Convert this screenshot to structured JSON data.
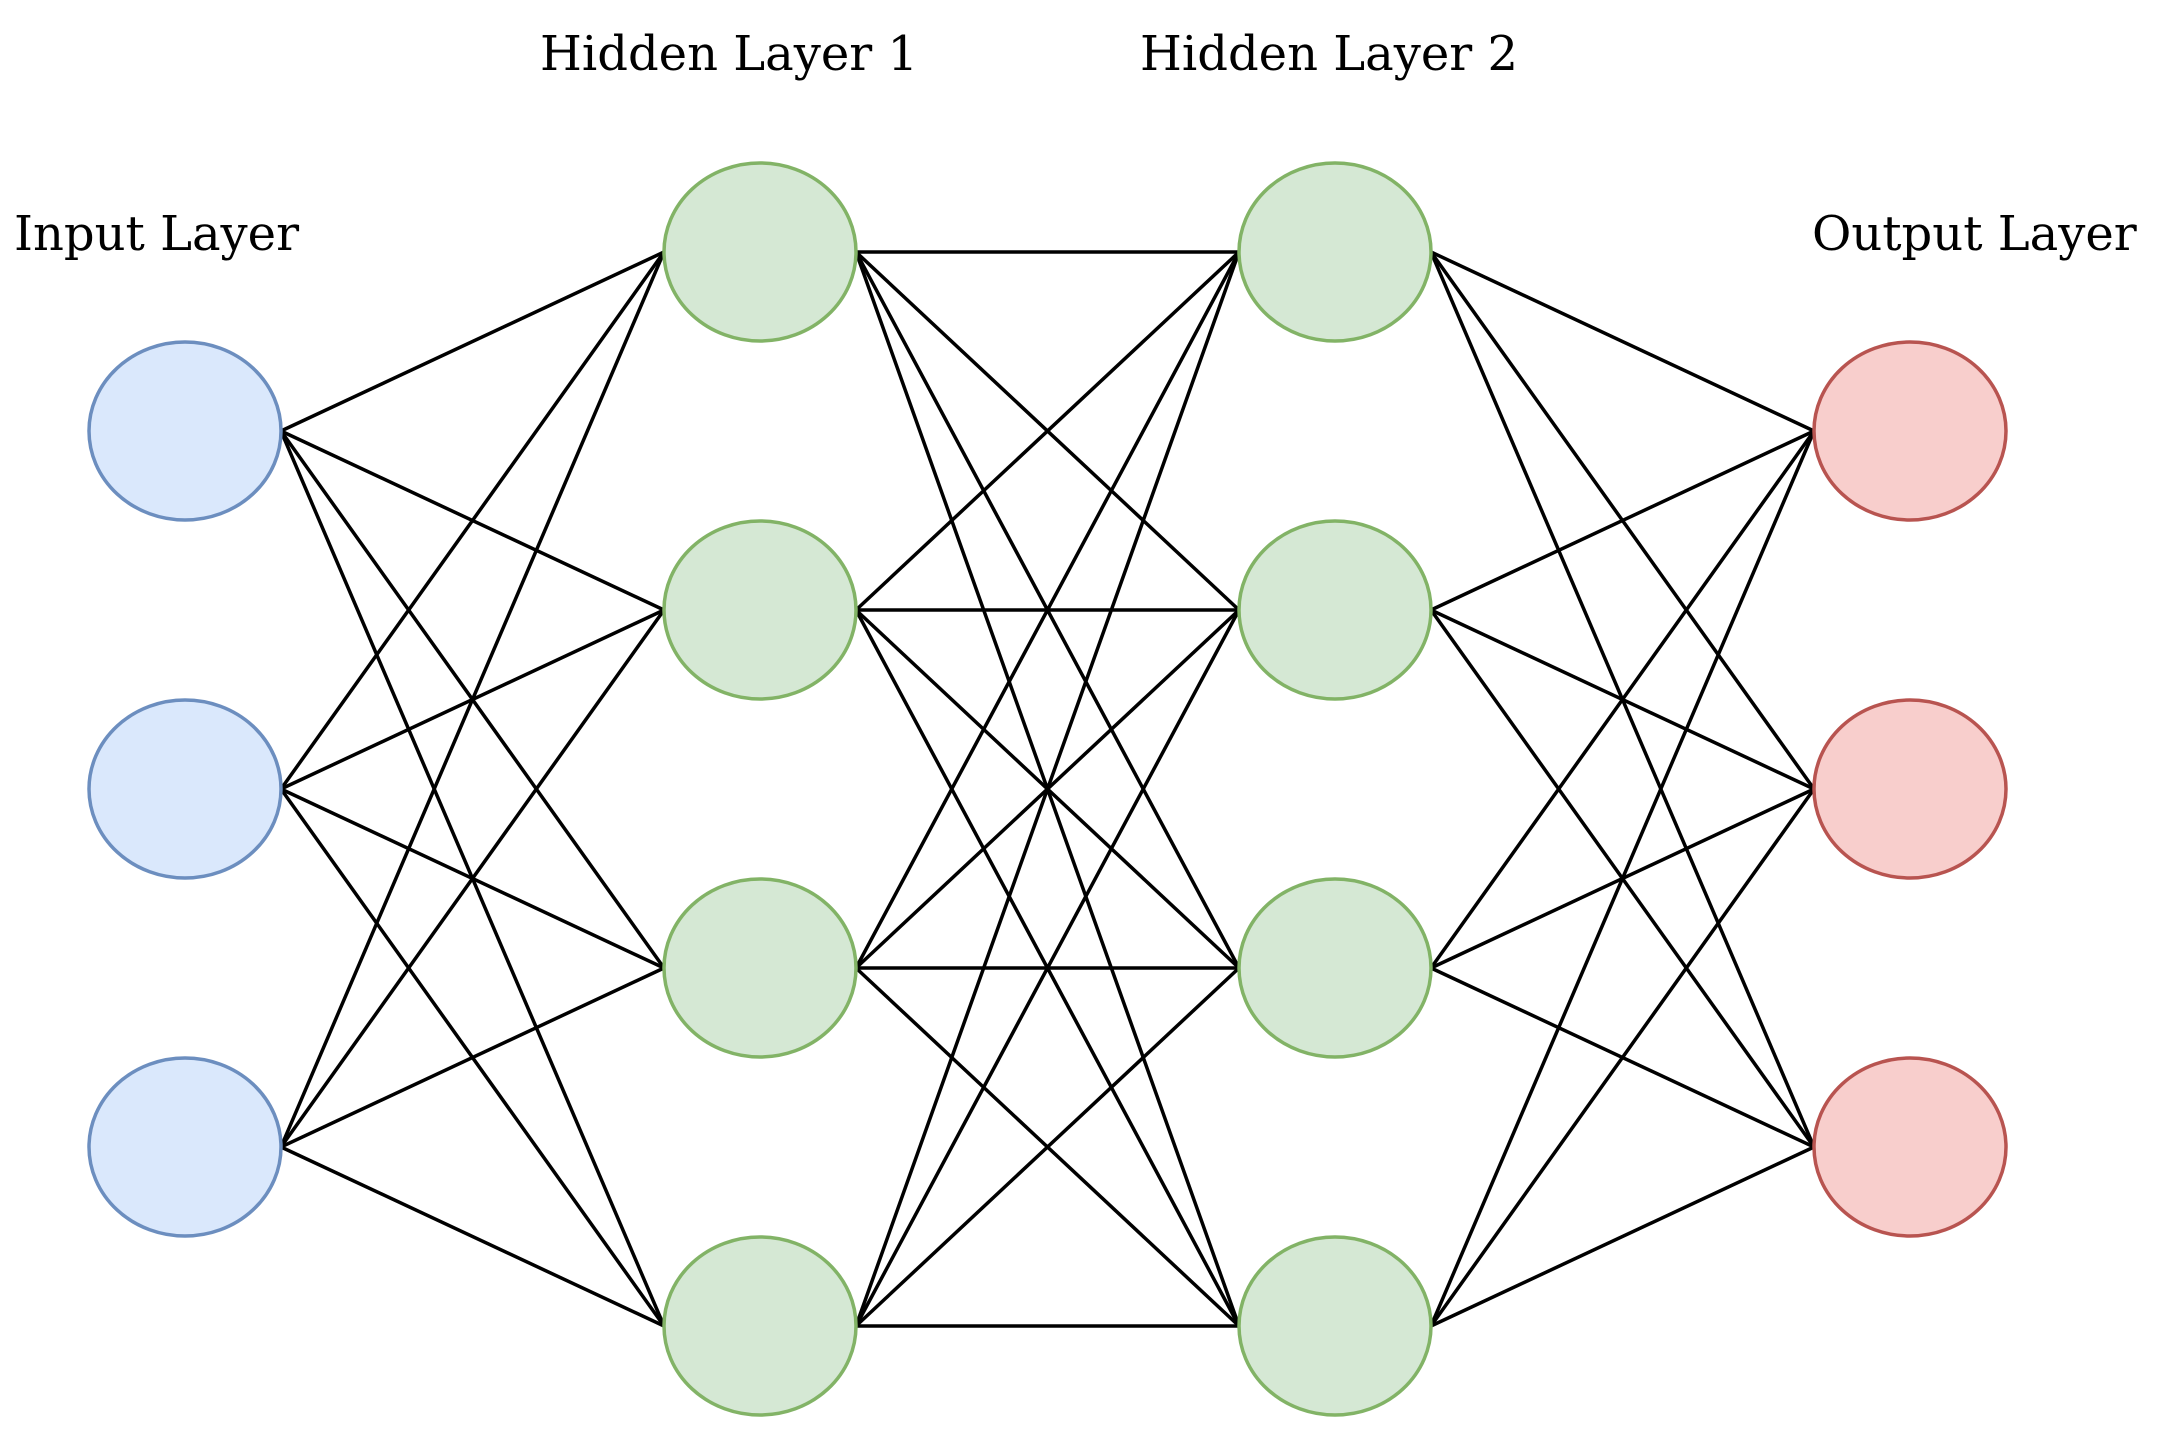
{
  "diagram": {
    "layers": [
      {
        "label": "Input Layer",
        "nodes": 3,
        "fill": "#dae8fc",
        "stroke": "#6c8ebf"
      },
      {
        "label": "Hidden Layer 1",
        "nodes": 4,
        "fill": "#d5e8d4",
        "stroke": "#82b366"
      },
      {
        "label": "Hidden Layer 2",
        "nodes": 4,
        "fill": "#d5e8d4",
        "stroke": "#82b366"
      },
      {
        "label": "Output Layer",
        "nodes": 3,
        "fill": "#f8cecc",
        "stroke": "#b85450"
      }
    ],
    "connections": "fully-connected",
    "edge_color": "#000000"
  }
}
